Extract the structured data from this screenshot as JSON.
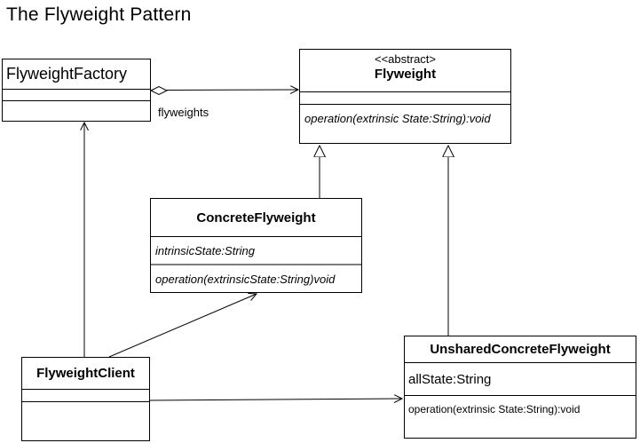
{
  "title": "The Flyweight Pattern",
  "classes": {
    "flyweight_factory": {
      "name": "FlyweightFactory"
    },
    "flyweight": {
      "stereotype": "<<abstract>",
      "name": "Flyweight",
      "operation": "operation(extrinsic State:String):void"
    },
    "concrete_flyweight": {
      "name": "ConcreteFlyweight",
      "attribute": "intrinsicState:String",
      "operation": "operation(extrinsicState:String)void"
    },
    "unshared_concrete_flyweight": {
      "name": "UnsharedConcreteFlyweight",
      "attribute": "allState:String",
      "operation": "operation(extrinsic State:String):void"
    },
    "flyweight_client": {
      "name": "FlyweightClient"
    }
  },
  "edges": [
    {
      "from": "FlyweightFactory",
      "to": "Flyweight",
      "type": "aggregation-with-open-arrow",
      "label": "flyweights"
    },
    {
      "from": "ConcreteFlyweight",
      "to": "Flyweight",
      "type": "generalization"
    },
    {
      "from": "UnsharedConcreteFlyweight",
      "to": "Flyweight",
      "type": "generalization"
    },
    {
      "from": "FlyweightClient",
      "to": "FlyweightFactory",
      "type": "association-open-arrow"
    },
    {
      "from": "FlyweightClient",
      "to": "ConcreteFlyweight",
      "type": "association-open-arrow"
    },
    {
      "from": "FlyweightClient",
      "to": "UnsharedConcreteFlyweight",
      "type": "association-open-arrow"
    }
  ],
  "colors": {
    "background": "#ffffff",
    "line": "#000000",
    "text": "#000000",
    "gray_divider": "#7d7d7d"
  }
}
